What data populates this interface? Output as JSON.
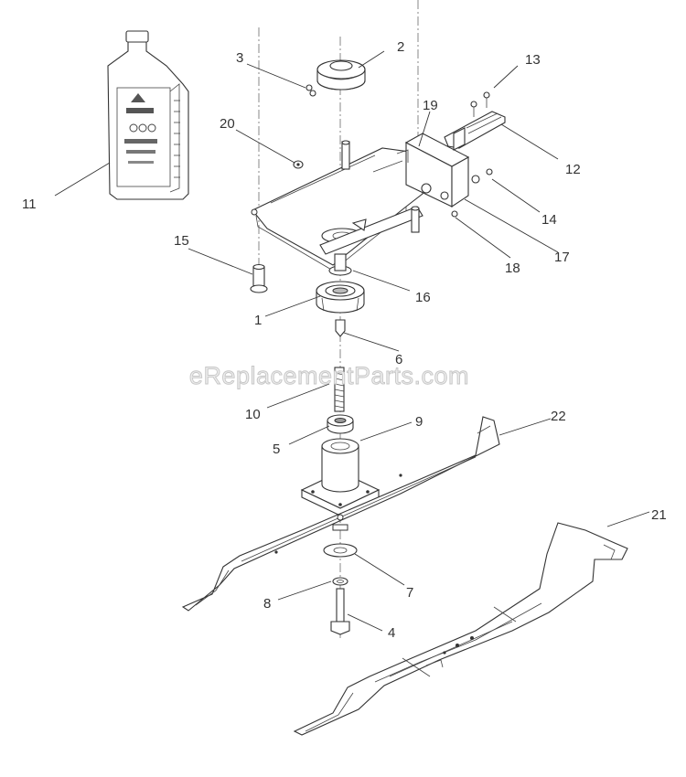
{
  "watermark": "eReplacementParts.com",
  "callouts": [
    "1",
    "2",
    "3",
    "4",
    "5",
    "6",
    "7",
    "8",
    "9",
    "10",
    "11",
    "12",
    "13",
    "14",
    "15",
    "16",
    "17",
    "18",
    "19",
    "20",
    "21",
    "22"
  ],
  "colors": {
    "ink": "#333333",
    "background": "#ffffff",
    "watermark_fill": "#ececec"
  }
}
